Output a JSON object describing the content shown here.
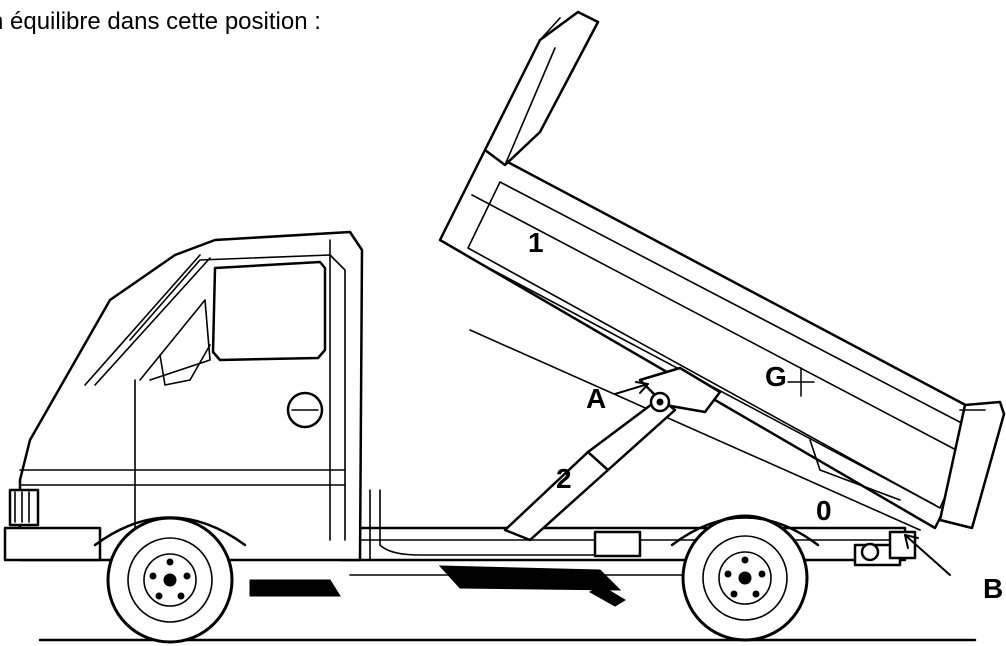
{
  "caption": {
    "top_fragment": "- -   - - - - -   - - - - -",
    "text": "n équilibre dans cette position :"
  },
  "labels": {
    "body_number": "1",
    "jack_number": "2",
    "frame_number": "0",
    "point_a": "A",
    "point_b": "B",
    "center_g": "G"
  }
}
